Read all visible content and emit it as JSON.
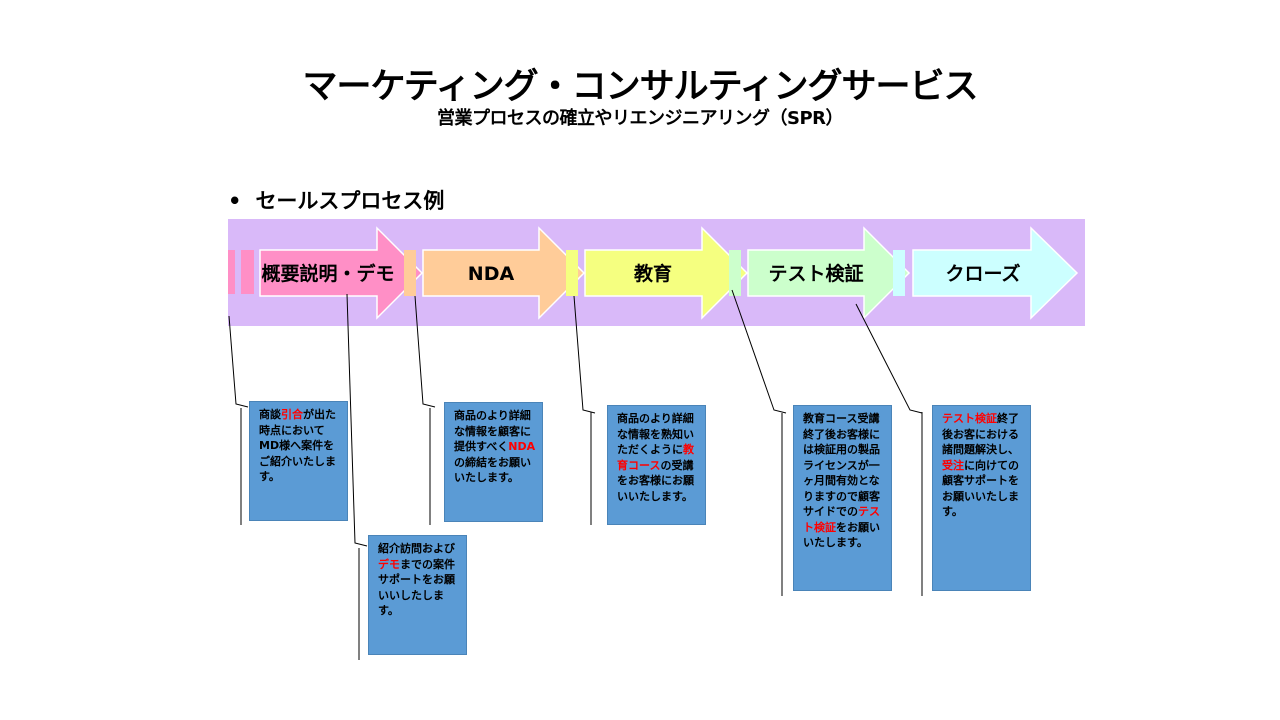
{
  "title": "マーケティング・コンサルティングサービス",
  "subtitle": "営業プロセスの確立やリエンジニアリング（SPR）",
  "bullet": {
    "symbol": "•",
    "text": "セールスプロセス例"
  },
  "band_color": "#d9b9f9",
  "stages": [
    {
      "label": "概要説明・デモ",
      "color": "#ff8fc6"
    },
    {
      "label": "NDA",
      "color": "#ffcc99"
    },
    {
      "label": "教育",
      "color": "#f5ff80"
    },
    {
      "label": "テスト検証",
      "color": "#ccffcc"
    },
    {
      "label": "クローズ",
      "color": "#ccffff"
    }
  ],
  "notes": [
    {
      "segments": [
        {
          "text": "商談",
          "hl": false
        },
        {
          "text": "引合",
          "hl": true
        },
        {
          "text": "が出た時点においてMD様へ案件をご紹介いたします。",
          "hl": false
        }
      ]
    },
    {
      "segments": [
        {
          "text": "紹介訪問および",
          "hl": false
        },
        {
          "text": "デモ",
          "hl": true
        },
        {
          "text": "までの案件サポートをお願いいしたします。",
          "hl": false
        }
      ]
    },
    {
      "segments": [
        {
          "text": "商品のより詳細な情報を顧客に提供すべく",
          "hl": false
        },
        {
          "text": "NDA",
          "hl": true
        },
        {
          "text": "の締結をお願いいたします。",
          "hl": false
        }
      ]
    },
    {
      "segments": [
        {
          "text": "商品のより詳細な情報を熟知いただくように",
          "hl": false
        },
        {
          "text": "教育コース",
          "hl": true
        },
        {
          "text": "の受講をお客様にお願いいたします。",
          "hl": false
        }
      ]
    },
    {
      "segments": [
        {
          "text": "教育コース受講終了後お客様には検証用の製品ライセンスが一ヶ月間有効となりますので顧客サイドでの",
          "hl": false
        },
        {
          "text": "テスト検証",
          "hl": true
        },
        {
          "text": "をお願いいたします。",
          "hl": false
        }
      ]
    },
    {
      "segments": [
        {
          "text": "テスト検証",
          "hl": true
        },
        {
          "text": "終了後お客におけ",
          "hl": false
        },
        {
          "text": "る諸問題解決し、",
          "hl": false
        },
        {
          "text": "受注",
          "hl": true
        },
        {
          "text": "に向けての顧客サポートをお願いいたします。",
          "hl": false
        }
      ]
    }
  ]
}
